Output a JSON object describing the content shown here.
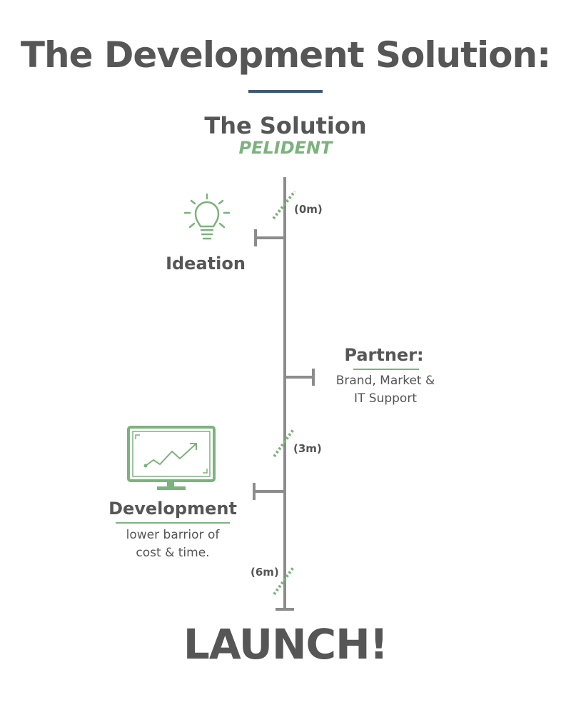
{
  "title": "The Development Solution:",
  "solution": {
    "heading": "The Solution",
    "name": "PELIDENT"
  },
  "timeline": {
    "marks": [
      "(0m)",
      "(3m)",
      "(6m)"
    ],
    "milestones": {
      "ideation": {
        "label": "Ideation"
      },
      "partner": {
        "label": "Partner:",
        "desc_line1": "Brand, Market &",
        "desc_line2": "IT Support"
      },
      "development": {
        "label": "Development",
        "desc_line1": "lower barrior of",
        "desc_line2": "cost & time."
      }
    },
    "end_label": "LAUNCH!"
  },
  "colors": {
    "text": "#565656",
    "accent": "#7cb27d",
    "rule": "#3f5a76",
    "line": "#8c8c8c"
  },
  "icons": [
    "lightbulb-icon",
    "monitor-chart-icon"
  ]
}
